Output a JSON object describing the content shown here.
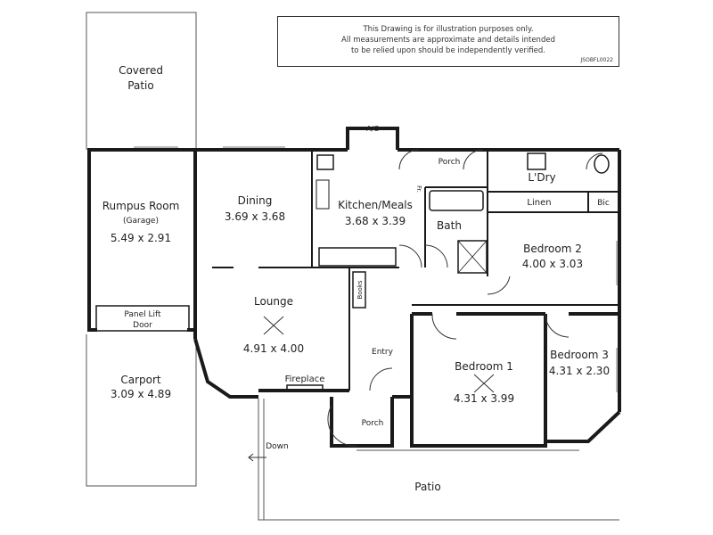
{
  "disclaimer": {
    "line1": "This Drawing is for illustration purposes only.",
    "line2": "All measurements are approximate and details intended",
    "line3": "to be relied upon should be independently verified.",
    "code": "JSOBFL0022"
  },
  "rooms": {
    "covered_patio": {
      "line1": "Covered",
      "line2": "Patio"
    },
    "rumpus": {
      "name": "Rumpus Room",
      "sub": "(Garage)",
      "dims": "5.49 x 2.91"
    },
    "panel_lift": {
      "line1": "Panel Lift",
      "line2": "Door"
    },
    "carport": {
      "name": "Carport",
      "dims": "3.09 x 4.89"
    },
    "dining": {
      "name": "Dining",
      "dims": "3.69 x 3.68"
    },
    "kitchen": {
      "name": "Kitchen/Meals",
      "dims": "3.68 x 3.39"
    },
    "lounge": {
      "name": "Lounge",
      "dims": "4.91 x 4.00"
    },
    "bath": {
      "name": "Bath"
    },
    "laundry": {
      "name": "L'Dry"
    },
    "linen": {
      "name": "Linen"
    },
    "bic": {
      "name": "Bic"
    },
    "bedroom2": {
      "name": "Bedroom 2",
      "dims": "4.00 x 3.03"
    },
    "bedroom1": {
      "name": "Bedroom 1",
      "dims": "4.31 x 3.99"
    },
    "bedroom3": {
      "name": "Bedroom 3",
      "dims": "4.31 x 2.30"
    },
    "porch_top": {
      "name": "Porch"
    },
    "porch_bottom": {
      "name": "Porch"
    },
    "entry": {
      "name": "Entry"
    },
    "books": {
      "name": "Books"
    },
    "fireplace": {
      "name": "Fireplace"
    },
    "patio": {
      "name": "Patio"
    },
    "down": {
      "name": "Down"
    },
    "ac": {
      "name": "A/C"
    },
    "fridge": {
      "name": "Fr."
    }
  }
}
